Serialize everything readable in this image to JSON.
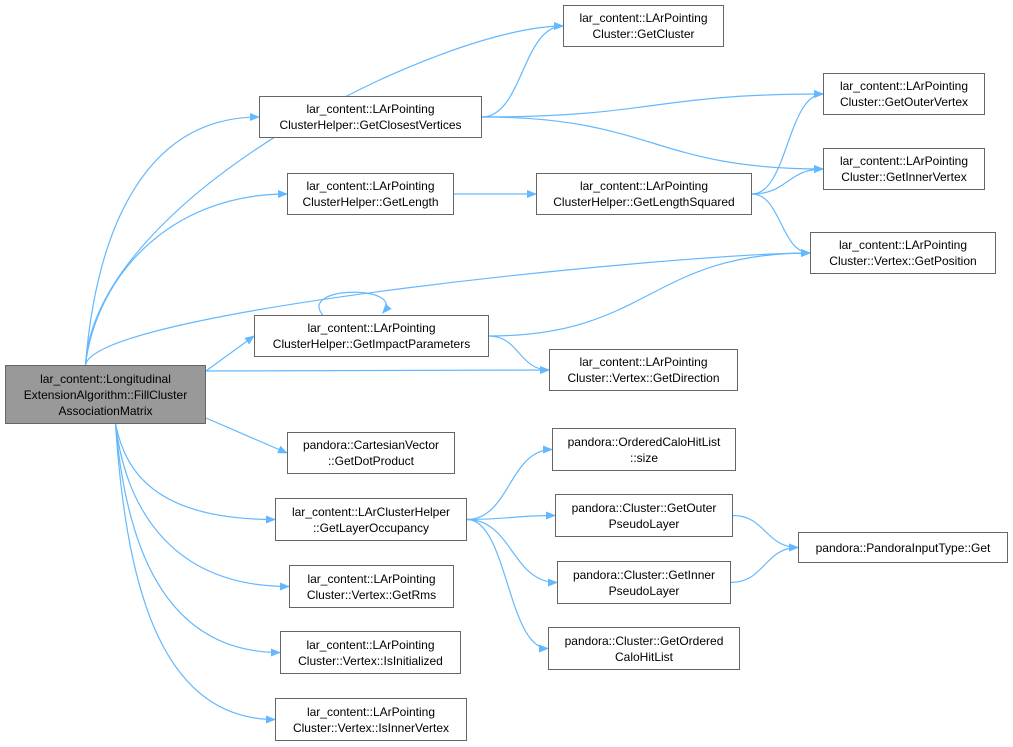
{
  "graph": {
    "edge_color": "#63b8ff",
    "root_fill": "#999999",
    "nodes": {
      "root": {
        "line1": "lar_content::Longitudinal",
        "line2": "ExtensionAlgorithm::FillCluster",
        "line3": "AssociationMatrix"
      },
      "getCluster": {
        "line1": "lar_content::LArPointing",
        "line2": "Cluster::GetCluster"
      },
      "getClosestVertices": {
        "line1": "lar_content::LArPointing",
        "line2": "ClusterHelper::GetClosestVertices"
      },
      "getOuterVertex": {
        "line1": "lar_content::LArPointing",
        "line2": "Cluster::GetOuterVertex"
      },
      "getInnerVertex": {
        "line1": "lar_content::LArPointing",
        "line2": "Cluster::GetInnerVertex"
      },
      "getLength": {
        "line1": "lar_content::LArPointing",
        "line2": "ClusterHelper::GetLength"
      },
      "getLengthSquared": {
        "line1": "lar_content::LArPointing",
        "line2": "ClusterHelper::GetLengthSquared"
      },
      "getPosition": {
        "line1": "lar_content::LArPointing",
        "line2": "Cluster::Vertex::GetPosition"
      },
      "getImpactParameters": {
        "line1": "lar_content::LArPointing",
        "line2": "ClusterHelper::GetImpactParameters"
      },
      "getDirection": {
        "line1": "lar_content::LArPointing",
        "line2": "Cluster::Vertex::GetDirection"
      },
      "getDotProduct": {
        "line1": "pandora::CartesianVector",
        "line2": "::GetDotProduct"
      },
      "orderedSize": {
        "line1": "pandora::OrderedCaloHitList",
        "line2": "::size"
      },
      "getLayerOccupancy": {
        "line1": "lar_content::LArClusterHelper",
        "line2": "::GetLayerOccupancy"
      },
      "getOuterPseudoLayer": {
        "line1": "pandora::Cluster::GetOuter",
        "line2": "PseudoLayer"
      },
      "pandoraGet": {
        "line1": "pandora::PandoraInputType::Get"
      },
      "getInnerPseudoLayer": {
        "line1": "pandora::Cluster::GetInner",
        "line2": "PseudoLayer"
      },
      "getRms": {
        "line1": "lar_content::LArPointing",
        "line2": "Cluster::Vertex::GetRms"
      },
      "getOrderedCaloHitList": {
        "line1": "pandora::Cluster::GetOrdered",
        "line2": "CaloHitList"
      },
      "isInitialized": {
        "line1": "lar_content::LArPointing",
        "line2": "Cluster::Vertex::IsInitialized"
      },
      "isInnerVertex": {
        "line1": "lar_content::LArPointing",
        "line2": "Cluster::Vertex::IsInnerVertex"
      }
    },
    "edges": [
      [
        "root",
        "getCluster"
      ],
      [
        "root",
        "getClosestVertices"
      ],
      [
        "root",
        "getLength"
      ],
      [
        "root",
        "getPosition"
      ],
      [
        "root",
        "getImpactParameters"
      ],
      [
        "root",
        "getDirection"
      ],
      [
        "root",
        "getDotProduct"
      ],
      [
        "root",
        "getLayerOccupancy"
      ],
      [
        "root",
        "getRms"
      ],
      [
        "root",
        "isInitialized"
      ],
      [
        "root",
        "isInnerVertex"
      ],
      [
        "getClosestVertices",
        "getCluster"
      ],
      [
        "getClosestVertices",
        "getOuterVertex"
      ],
      [
        "getClosestVertices",
        "getInnerVertex"
      ],
      [
        "getLength",
        "getLengthSquared"
      ],
      [
        "getLengthSquared",
        "getOuterVertex"
      ],
      [
        "getLengthSquared",
        "getInnerVertex"
      ],
      [
        "getLengthSquared",
        "getPosition"
      ],
      [
        "getImpactParameters",
        "getImpactParameters"
      ],
      [
        "getImpactParameters",
        "getPosition"
      ],
      [
        "getImpactParameters",
        "getDirection"
      ],
      [
        "getLayerOccupancy",
        "orderedSize"
      ],
      [
        "getLayerOccupancy",
        "getOuterPseudoLayer"
      ],
      [
        "getLayerOccupancy",
        "getInnerPseudoLayer"
      ],
      [
        "getLayerOccupancy",
        "getOrderedCaloHitList"
      ],
      [
        "getOuterPseudoLayer",
        "pandoraGet"
      ],
      [
        "getInnerPseudoLayer",
        "pandoraGet"
      ]
    ]
  }
}
